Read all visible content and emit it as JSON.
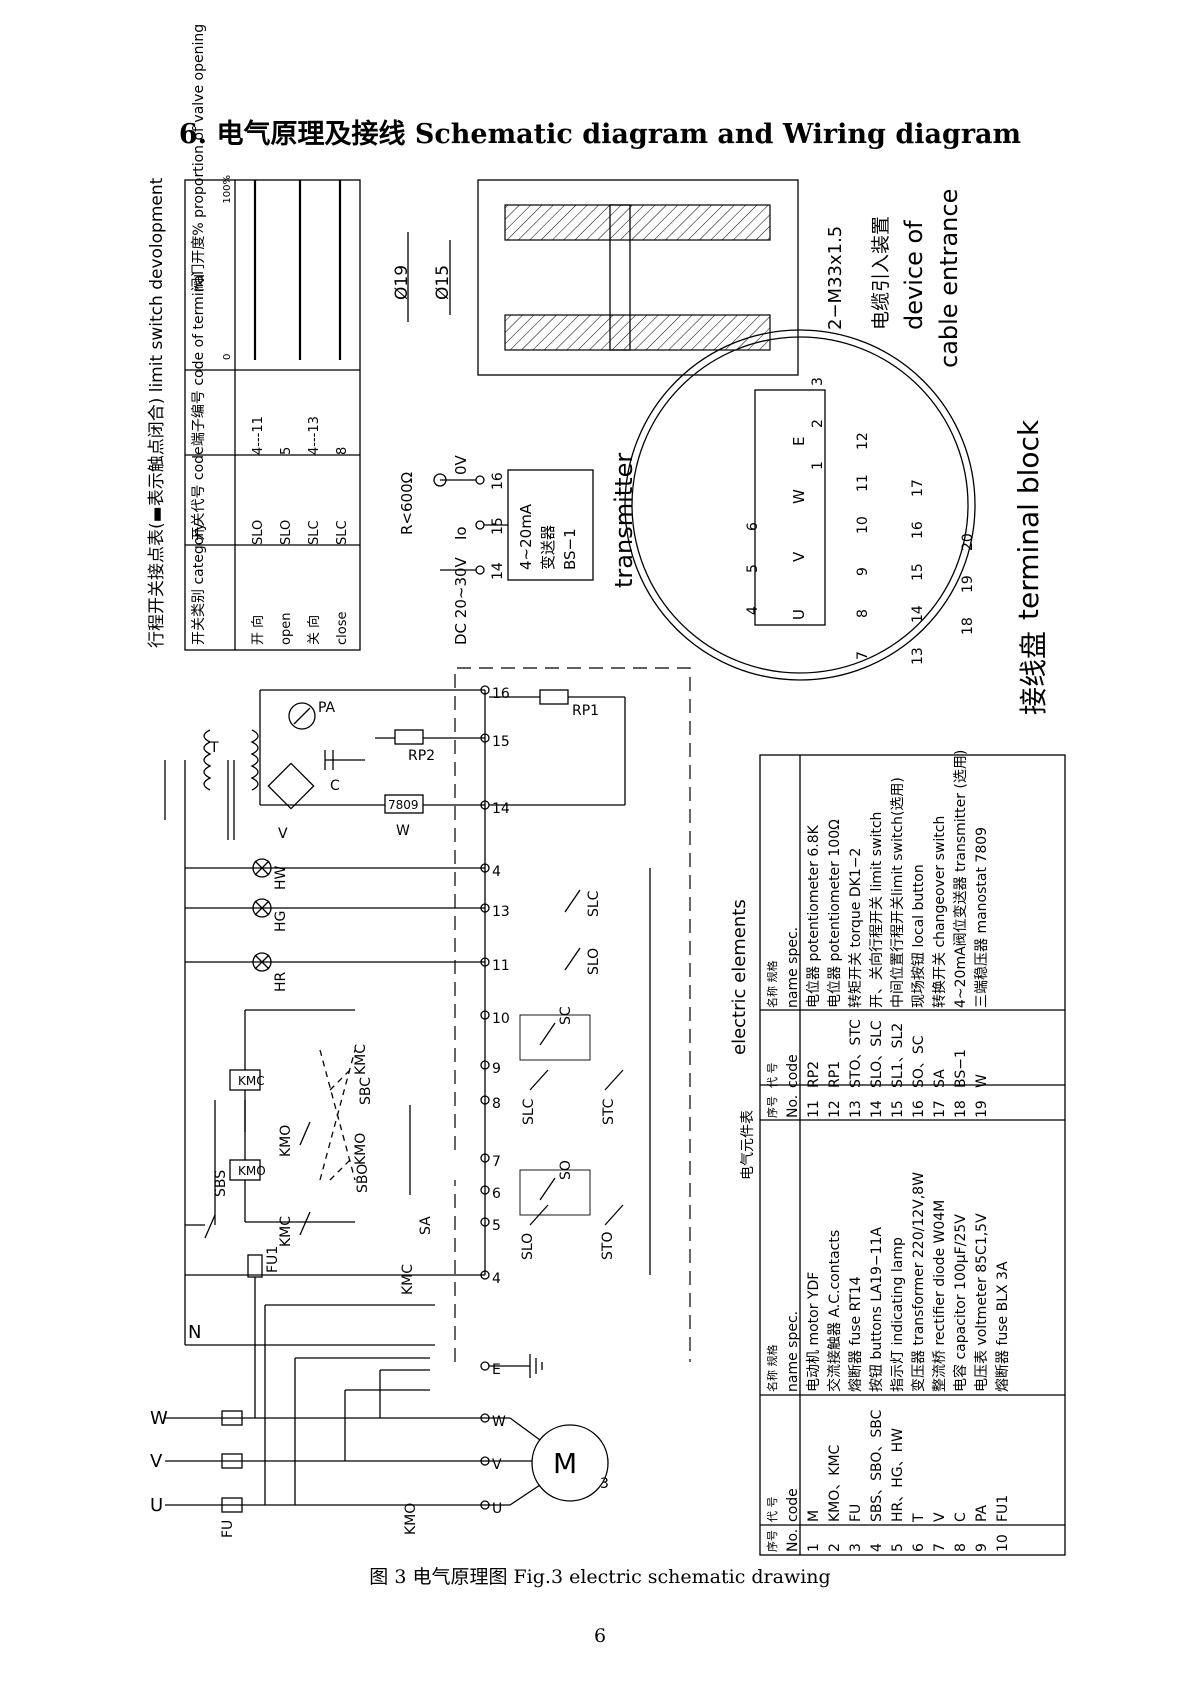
{
  "title": "6. 电气原理及接线  Schematic diagram and Wiring diagram",
  "caption": "图 3  电气原理图    Fig.3 electric schematic drawing",
  "page_number": "6",
  "limit_switch_table": {
    "title": "行程开关接点表(▬表示触点闭合) limit switch devolopment",
    "headers": [
      "开关类别 category",
      "开关代号 code",
      "端子编号 code of terminal",
      "阀门开度% proportion of valve opening"
    ],
    "scale_start": "0",
    "scale_end": "100%",
    "rows": [
      {
        "category": "开  向",
        "code": "SLO",
        "terminal": "4---11"
      },
      {
        "category": "open",
        "code": "SLO",
        "terminal": "5"
      },
      {
        "category": "关  向",
        "code": "SLC",
        "terminal": "4---13"
      },
      {
        "category": "close",
        "code": "SLC",
        "terminal": "8"
      }
    ]
  },
  "cable_entrance": {
    "dim_outer": "Ø19",
    "dim_inner": "Ø15",
    "thread": "2−M33x1.5",
    "label_cn": "电缆引入装置",
    "label_en_1": "device  of",
    "label_en_2": "cable  entrance"
  },
  "transmitter": {
    "resistor": "R<600Ω",
    "supply": "DC 20~30V",
    "zero": "0V",
    "io": "Io",
    "terminals": [
      "14",
      "15",
      "16"
    ],
    "box_line1": "4~20mA",
    "box_line2": "变送器",
    "box_line3": "BS−1",
    "label": "transmitter"
  },
  "terminal_block": {
    "label_cn": "接线盘",
    "label_en": "terminal  block",
    "power_terminals": [
      "U",
      "V",
      "W",
      "E"
    ],
    "control_terminals": [
      "1",
      "2",
      "3",
      "4",
      "5",
      "6",
      "7",
      "8",
      "9",
      "10",
      "11",
      "12",
      "13",
      "14",
      "15",
      "16",
      "17",
      "18",
      "19",
      "20"
    ]
  },
  "schematic": {
    "phases": [
      "U",
      "V",
      "W",
      "N"
    ],
    "terminals": [
      "U",
      "V",
      "W",
      "E",
      "4",
      "5",
      "6",
      "7",
      "8",
      "9",
      "10",
      "11",
      "13",
      "4",
      "14",
      "15",
      "16"
    ],
    "labels": {
      "fu": "FU",
      "fu1": "FU1",
      "kmo": "KMO",
      "kmc": "KMC",
      "sbs": "SBS",
      "sbo": "SBO",
      "sbc": "SBC",
      "sa": "SA",
      "so": "SO",
      "sc": "SC",
      "slo": "SLO",
      "slc": "SLC",
      "sto": "STO",
      "stc": "STC",
      "hr": "HR",
      "hg": "HG",
      "hw": "HW",
      "t": "T",
      "v": "V",
      "c": "C",
      "w": "W",
      "reg": "7809",
      "rp1": "RP1",
      "rp2": "RP2",
      "pa": "PA",
      "motor": "M",
      "motor_sub": "3"
    }
  },
  "elements_table": {
    "title_cn": "电气元件表",
    "title_en": "electric  elements",
    "headers": {
      "no_cn": "序号",
      "no_en": "No.",
      "code_cn": "代 号",
      "code_en": "code",
      "spec_cn": "名称  规格",
      "spec_en": "name  spec."
    },
    "left": [
      {
        "no": "1",
        "code": "M",
        "spec": "电动机  motor  YDF"
      },
      {
        "no": "2",
        "code": "KMO、KMC",
        "spec": "交流接触器  A.C.contacts"
      },
      {
        "no": "3",
        "code": "FU",
        "spec": "熔断器  fuse  RT14"
      },
      {
        "no": "4",
        "code": "SBS、SBO、SBC",
        "spec": "按钮  buttons  LA19−11A"
      },
      {
        "no": "5",
        "code": "HR、HG、HW",
        "spec": "指示灯  indicating lamp"
      },
      {
        "no": "6",
        "code": "T",
        "spec": "变压器  transformer  220/12V,8W"
      },
      {
        "no": "7",
        "code": "V",
        "spec": "整流桥  rectifier diode  W04M"
      },
      {
        "no": "8",
        "code": "C",
        "spec": "电容  capacitor  100μF/25V"
      },
      {
        "no": "9",
        "code": "PA",
        "spec": "电压表  voltmeter  85C1,5V"
      },
      {
        "no": "10",
        "code": "FU1",
        "spec": "熔断器  fuse  BLX 3A"
      }
    ],
    "right": [
      {
        "no": "11",
        "code": "RP2",
        "spec": "电位器  potentiometer  6.8K"
      },
      {
        "no": "12",
        "code": "RP1",
        "spec": "电位器  potentiometer  100Ω"
      },
      {
        "no": "13",
        "code": "STO、STC",
        "spec": "转矩开关  torque  DK1−2"
      },
      {
        "no": "14",
        "code": "SLO、SLC",
        "spec": "开、关向行程开关  limit switch"
      },
      {
        "no": "15",
        "code": "SL1、SL2",
        "spec": "中间位置行程开关limit switch(选用)"
      },
      {
        "no": "16",
        "code": "SO、SC",
        "spec": "现场按钮  local button"
      },
      {
        "no": "17",
        "code": "SA",
        "spec": "转换开关  changeover switch"
      },
      {
        "no": "18",
        "code": "BS−1",
        "spec": "4~20mA阀位变送器  transmitter (选用)"
      },
      {
        "no": "19",
        "code": "W",
        "spec": "三端稳压器  manostat  7809"
      },
      {
        "no": "",
        "code": "",
        "spec": ""
      }
    ]
  }
}
